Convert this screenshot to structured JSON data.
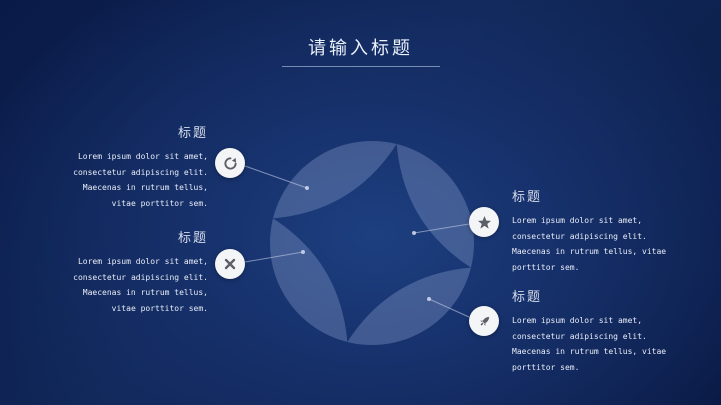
{
  "slide": {
    "title": "请输入标题",
    "background_color": "#0f2457",
    "accent_color": "#eaf0fb",
    "emblem_color": "rgba(125,146,192,0.42)"
  },
  "items": [
    {
      "heading": "标题",
      "body": "Lorem ipsum dolor sit amet, consectetur adipiscing elit. Maecenas in rutrum tellus, vitae porttitor sem.",
      "icon": "refresh-icon",
      "side": "left"
    },
    {
      "heading": "标题",
      "body": "Lorem ipsum dolor sit amet, consectetur adipiscing elit. Maecenas in rutrum tellus, vitae porttitor sem.",
      "icon": "close-icon",
      "side": "left"
    },
    {
      "heading": "标题",
      "body": "Lorem ipsum dolor sit amet, consectetur adipiscing elit. Maecenas in rutrum tellus, vitae porttitor sem.",
      "icon": "star-icon",
      "side": "right"
    },
    {
      "heading": "标题",
      "body": "Lorem ipsum dolor sit amet, consectetur adipiscing elit. Maecenas in rutrum tellus, vitae porttitor sem.",
      "icon": "rocket-icon",
      "side": "right"
    }
  ]
}
